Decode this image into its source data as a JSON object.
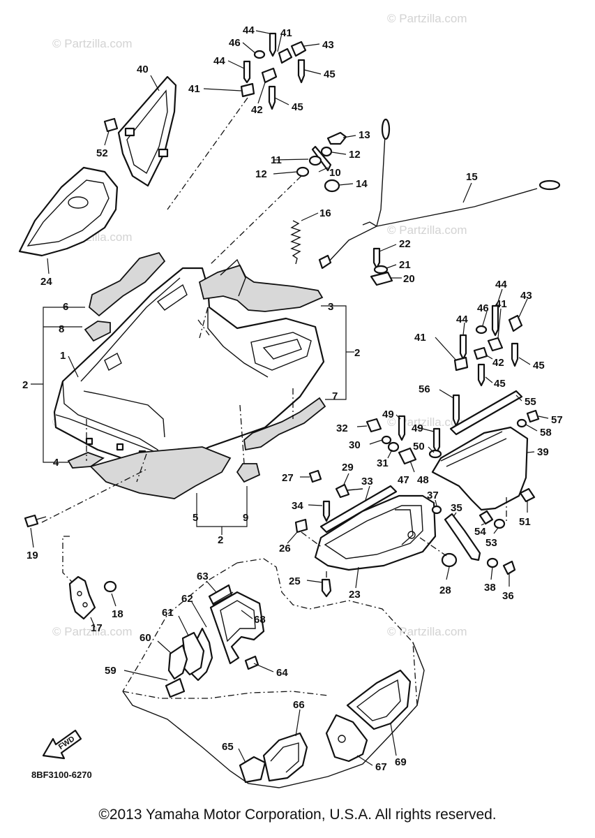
{
  "watermark": "© Partzilla.com",
  "diagram_code": "8BF3100-6270",
  "fwd_label": "FWD",
  "copyright": "©2013 Yamaha Motor Corporation, U.S.A. All rights reserved.",
  "callouts": [
    "44",
    "41",
    "46",
    "43",
    "44",
    "45",
    "40",
    "41",
    "42",
    "45",
    "52",
    "13",
    "11",
    "12",
    "12",
    "10",
    "14",
    "15",
    "16",
    "24",
    "22",
    "21",
    "20",
    "6",
    "3",
    "8",
    "2",
    "1",
    "2",
    "2",
    "7",
    "4",
    "5",
    "9",
    "19",
    "17",
    "18",
    "44",
    "43",
    "46",
    "41",
    "44",
    "41",
    "42",
    "45",
    "45",
    "56",
    "55",
    "57",
    "58",
    "49",
    "32",
    "49",
    "30",
    "50",
    "31",
    "39",
    "27",
    "29",
    "33",
    "47",
    "48",
    "34",
    "37",
    "35",
    "26",
    "54",
    "53",
    "51",
    "25",
    "28",
    "38",
    "36",
    "23",
    "63",
    "62",
    "68",
    "61",
    "60",
    "64",
    "59",
    "66",
    "65",
    "67",
    "69"
  ]
}
